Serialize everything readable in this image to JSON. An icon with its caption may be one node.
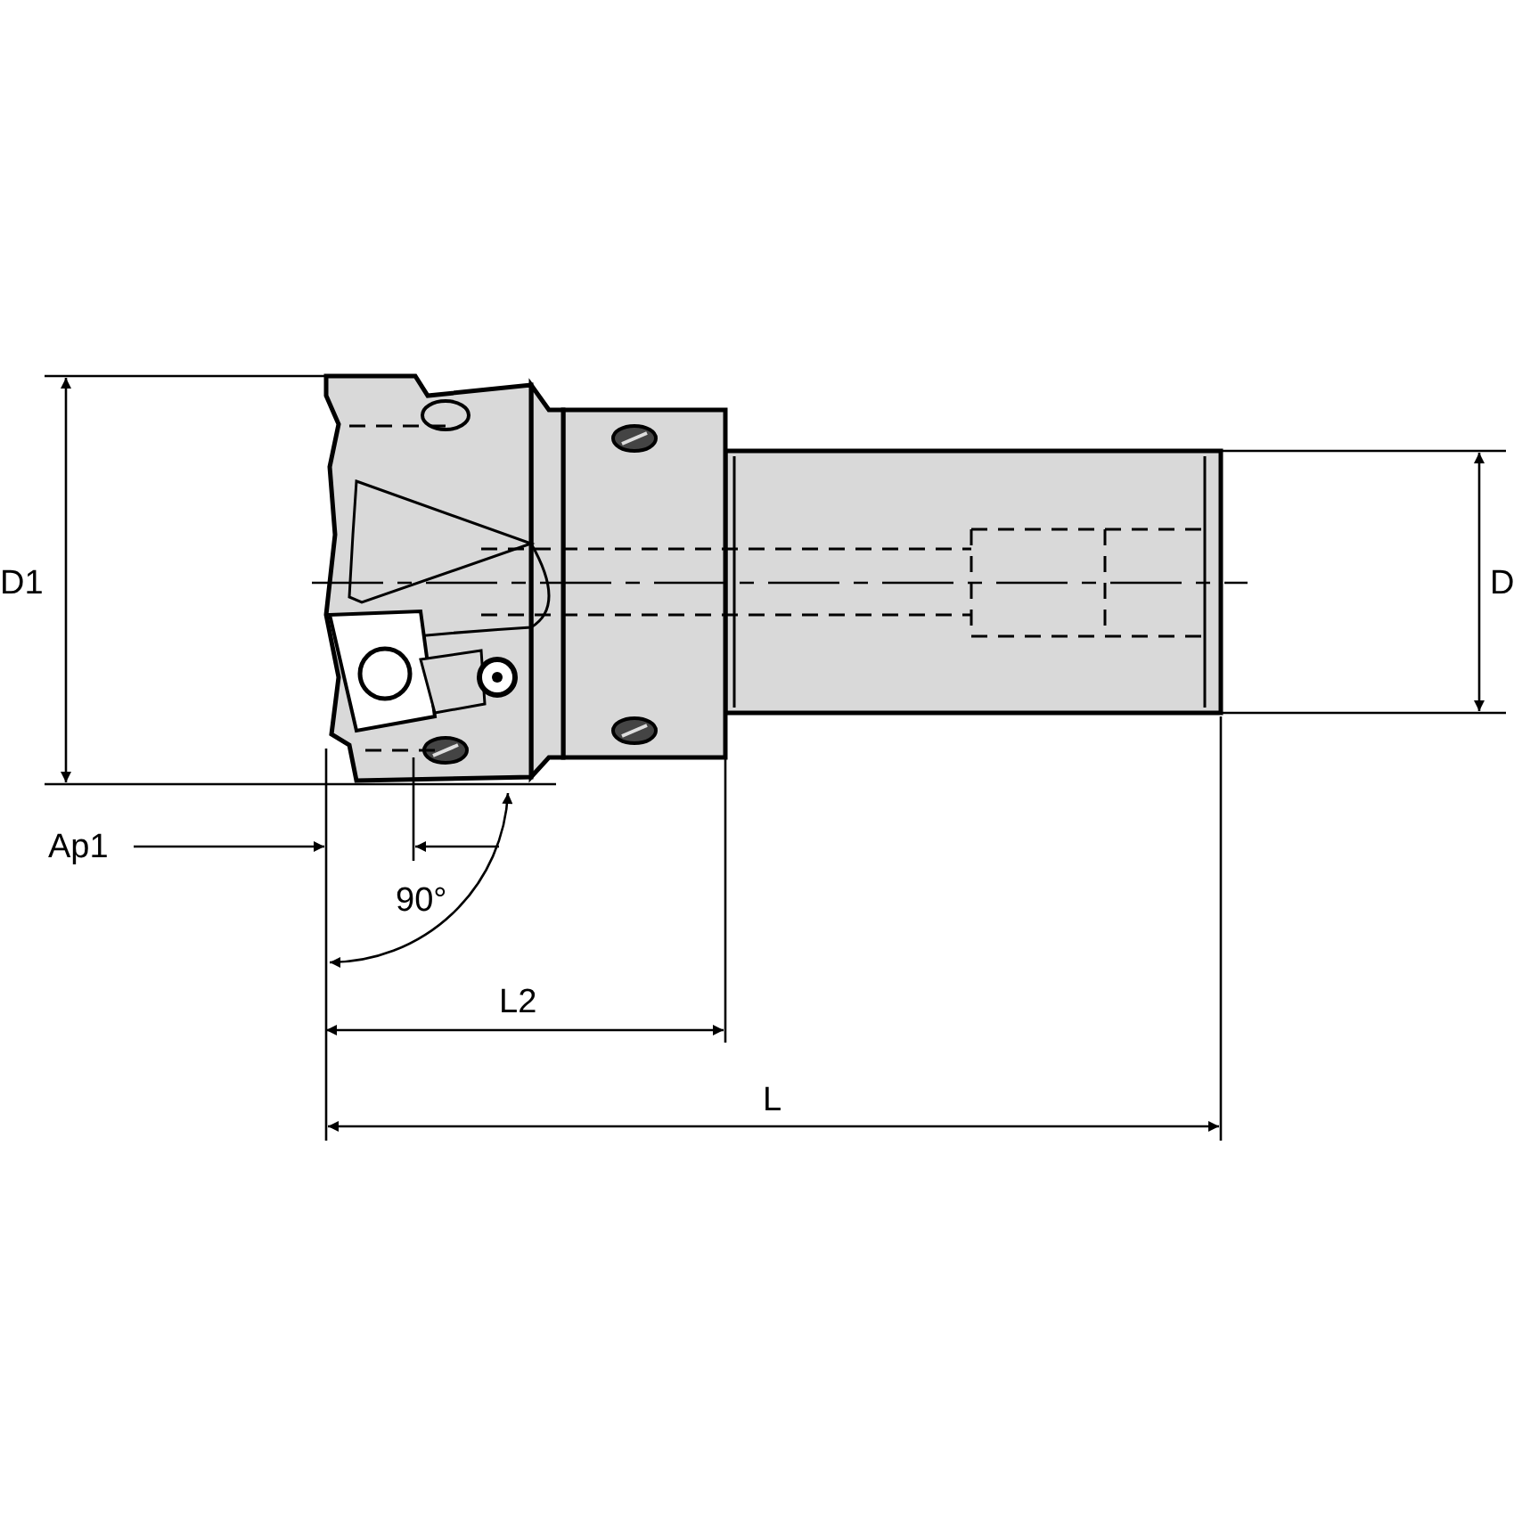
{
  "diagram": {
    "labels": [
      "D1",
      "D",
      "Ap1",
      "90°",
      "L2",
      "L"
    ]
  }
}
